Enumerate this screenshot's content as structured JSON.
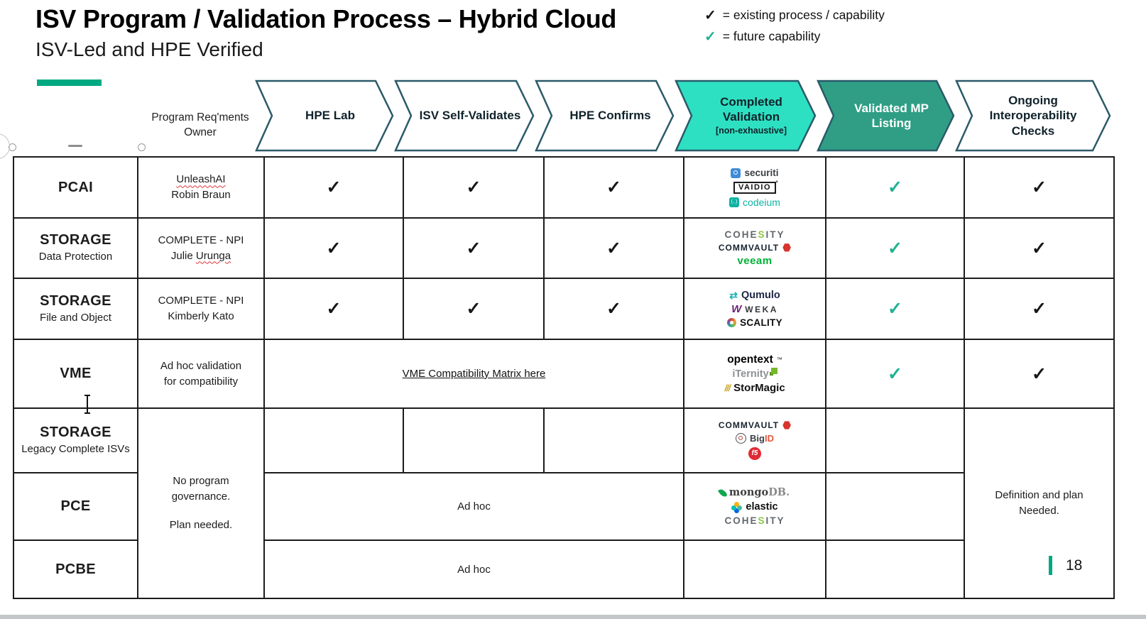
{
  "title": "ISV Program / Validation Process – Hybrid Cloud",
  "subtitle": "ISV-Led and HPE Verified",
  "legend": {
    "check": "✓",
    "existing": "= existing process / capability",
    "future": "= future capability"
  },
  "header": {
    "owner1": "Program Req'ments",
    "owner2": "Owner",
    "stages": [
      {
        "label": "HPE Lab",
        "fill": "#ffffff"
      },
      {
        "label": "ISV Self-Validates",
        "fill": "#ffffff"
      },
      {
        "label": "HPE Confirms",
        "fill": "#ffffff"
      },
      {
        "label": "Completed Validation",
        "sub": "[non-exhaustive]",
        "fill": "#2ee0c2"
      },
      {
        "label": "Validated MP Listing",
        "fill": "#2f9e85",
        "text_color": "#ffffff"
      },
      {
        "label": "Ongoing Interoperability Checks",
        "fill": "#ffffff"
      }
    ]
  },
  "checks": {
    "glyph": "✓"
  },
  "rows": [
    {
      "label": "PCAI",
      "owner1": "UnleashAI",
      "owner2": "Robin Braun"
    },
    {
      "label": "STORAGE",
      "sublabel": "Data Protection",
      "owner1": "COMPLETE - NPI",
      "owner2a": "Julie ",
      "owner2b": "Urunga"
    },
    {
      "label": "STORAGE",
      "sublabel": "File and Object",
      "owner1": "COMPLETE - NPI",
      "owner2": "Kimberly Kato"
    },
    {
      "label": "VME",
      "owner1": "Ad hoc validation",
      "owner2": "for compatibility",
      "link": "VME Compatibility Matrix here"
    },
    {
      "label": "STORAGE",
      "sublabel": "Legacy Complete ISVs"
    },
    {
      "label": "PCE",
      "adhoc": "Ad hoc"
    },
    {
      "label": "PCBE",
      "adhoc": "Ad hoc"
    }
  ],
  "merged": {
    "gov1": "No program governance.",
    "gov2": "Plan needed.",
    "def1": "Definition and plan",
    "def2": "Needed."
  },
  "logos": {
    "securiti": "securiti",
    "vaidio": "VAIDIO",
    "codeium": "codeium",
    "cohesity_pre": "COHE",
    "cohesity_s": "S",
    "cohesity_post": "ITY",
    "commvault": "COMMVAULT",
    "veeam": "veeam",
    "qumulo": "Qumulo",
    "qumulo_icon": "⇄",
    "weka": "WEKA",
    "weka_icon": "W",
    "scality": "SCALITY",
    "opentext": "opentext",
    "opentext_tm": "™",
    "iternity": "iTernity",
    "stormagic": "StorMagic",
    "stormagic_icon": "///",
    "bigid_big": "Big",
    "bigid_id": "ID",
    "f5": "f5",
    "mongodb_mongo": "mongo",
    "mongodb_db": "DB.",
    "elastic": "elastic"
  },
  "page_number": "18",
  "colors": {
    "accent_green": "#01a982",
    "chevron_border": "#2a5a68",
    "completed_validation_fill": "#2ee0c2",
    "validated_mp_fill": "#2f9e85",
    "future_check": "#1eb290",
    "existing_check": "#161616"
  }
}
